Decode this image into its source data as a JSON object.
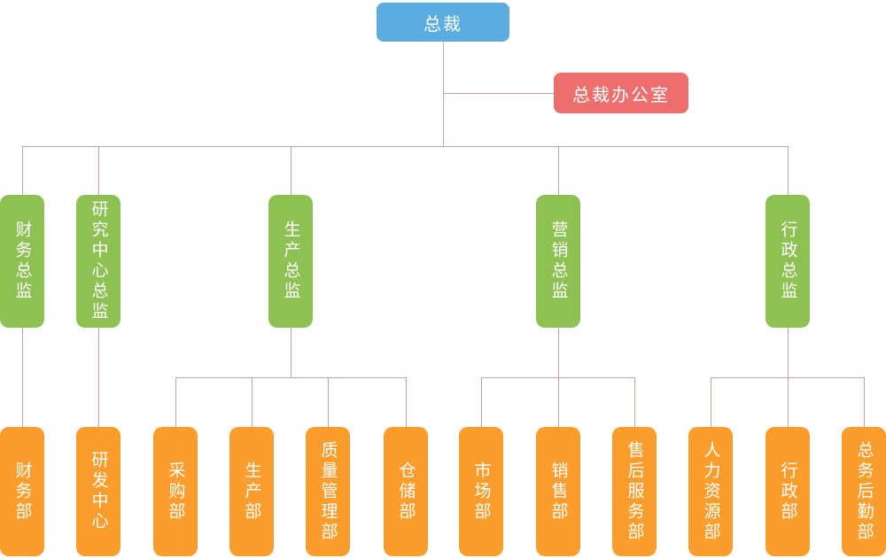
{
  "diagram": {
    "type": "org-chart",
    "root": {
      "label": "总裁"
    },
    "staff": {
      "label": "总裁办公室"
    },
    "directors": [
      {
        "label": "财务总监",
        "departments": [
          "财务部"
        ]
      },
      {
        "label": "研究中心总监",
        "departments": [
          "研发中心"
        ]
      },
      {
        "label": "生产总监",
        "departments": [
          "采购部",
          "生产部",
          "质量管理部",
          "仓储部"
        ]
      },
      {
        "label": "营销总监",
        "departments": [
          "市场部",
          "销售部",
          "售后服务部"
        ]
      },
      {
        "label": "行政总监",
        "departments": [
          "人力资源部",
          "行政部",
          "总务后勤部"
        ]
      }
    ],
    "colors": {
      "root": "#5aace1",
      "staff": "#ee6e6e",
      "director": "#8dc152",
      "department": "#fb9d2d",
      "connector": "#cd9e9e",
      "text": "#ffffff",
      "background": "#ffffff"
    }
  }
}
